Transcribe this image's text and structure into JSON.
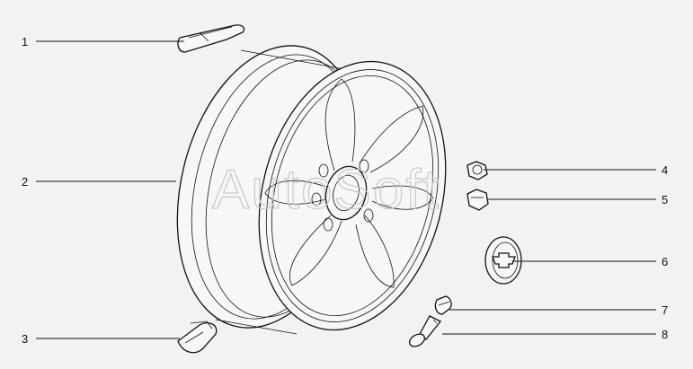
{
  "callouts": [
    {
      "number": "1"
    },
    {
      "number": "2"
    },
    {
      "number": "3"
    },
    {
      "number": "4"
    },
    {
      "number": "5"
    },
    {
      "number": "6"
    },
    {
      "number": "7"
    },
    {
      "number": "8"
    }
  ],
  "watermark": "AutoSoft",
  "colors": {
    "background": "#f2f2f0",
    "ink": "#111111",
    "watermark": "#c8c8c8"
  }
}
